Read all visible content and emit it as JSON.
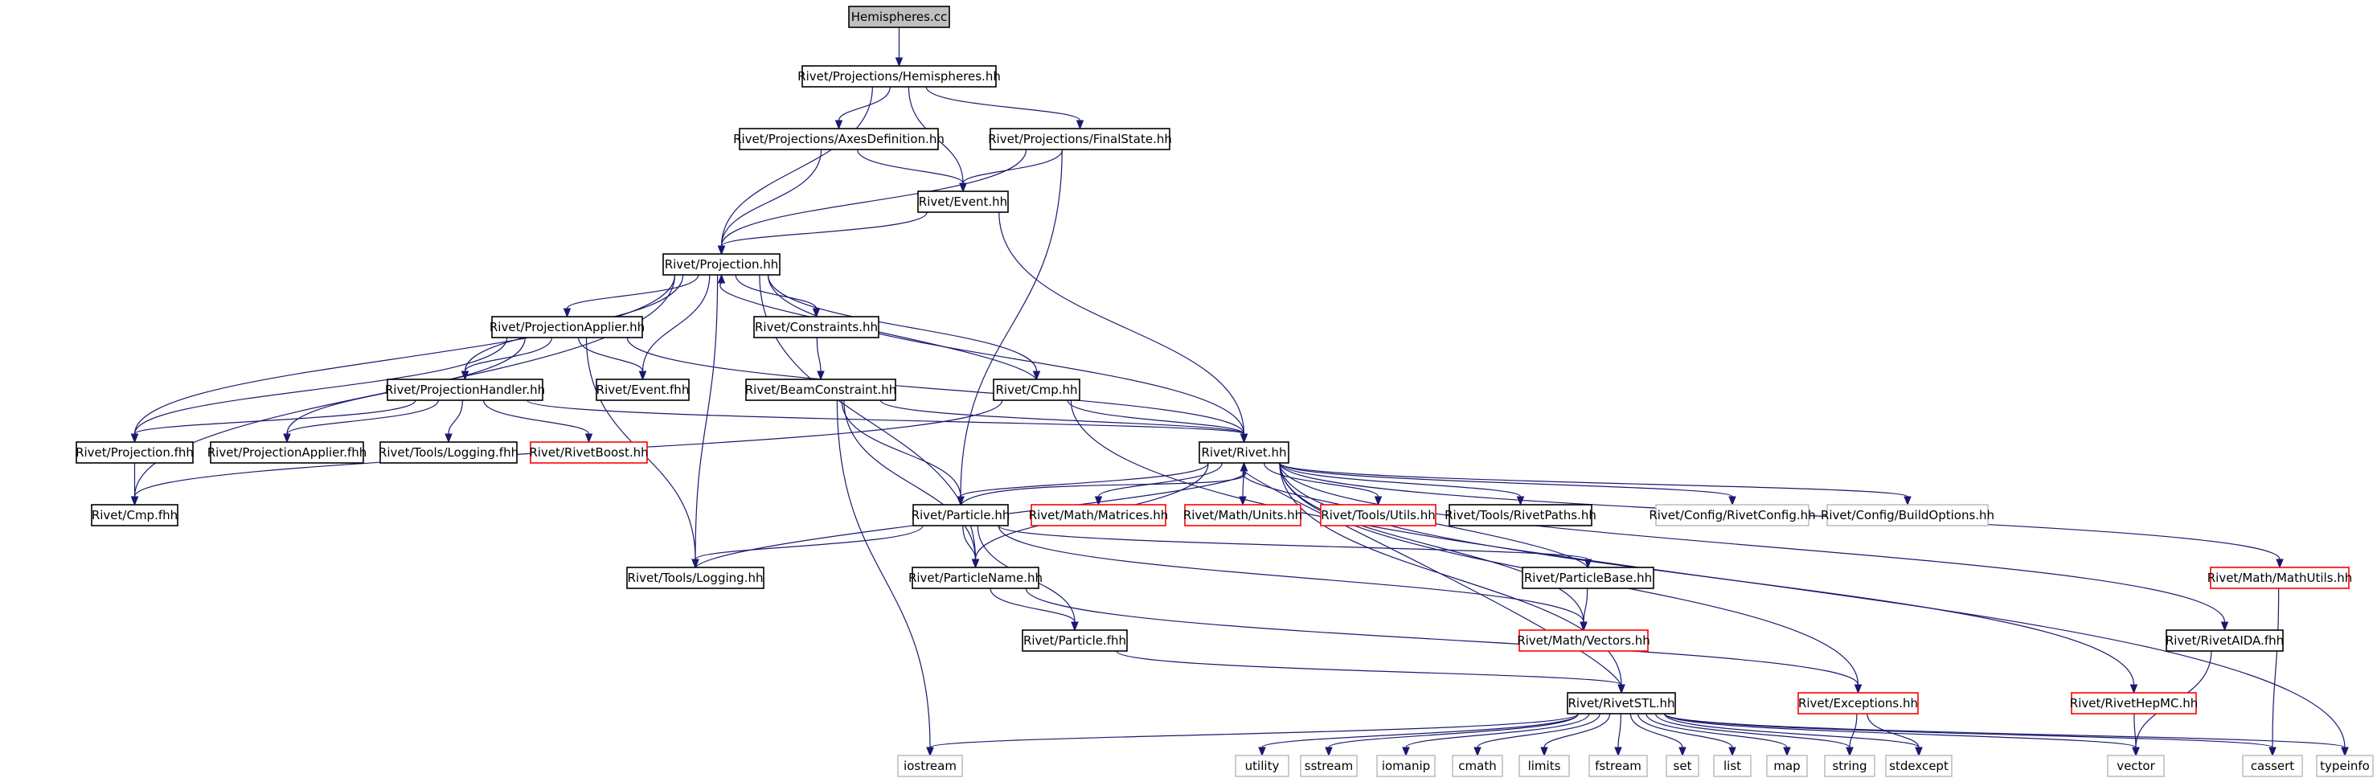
{
  "colors": {
    "edge": "#191970",
    "border_normal": "#000000",
    "border_missing": "#ff0000",
    "border_system": "#bfbfbf",
    "root_fill": "#bfbfbf",
    "node_fill": "#ffffff"
  },
  "nodes": [
    {
      "id": "hemispheres_cc",
      "label": "Hemispheres.cc",
      "kind": "root"
    },
    {
      "id": "proj_hemispheres",
      "label": "Rivet/Projections/Hemispheres.hh",
      "kind": "normal"
    },
    {
      "id": "proj_axesdef",
      "label": "Rivet/Projections/AxesDefinition.hh",
      "kind": "normal"
    },
    {
      "id": "proj_finalstate",
      "label": "Rivet/Projections/FinalState.hh",
      "kind": "normal"
    },
    {
      "id": "event_hh",
      "label": "Rivet/Event.hh",
      "kind": "normal"
    },
    {
      "id": "projection_hh",
      "label": "Rivet/Projection.hh",
      "kind": "normal"
    },
    {
      "id": "projapplier_hh",
      "label": "Rivet/ProjectionApplier.hh",
      "kind": "normal"
    },
    {
      "id": "constraints_hh",
      "label": "Rivet/Constraints.hh",
      "kind": "normal"
    },
    {
      "id": "event_fhh",
      "label": "Rivet/Event.fhh",
      "kind": "normal"
    },
    {
      "id": "projhandler_hh",
      "label": "Rivet/ProjectionHandler.hh",
      "kind": "normal"
    },
    {
      "id": "beamconstraint_hh",
      "label": "Rivet/BeamConstraint.hh",
      "kind": "normal"
    },
    {
      "id": "cmp_hh",
      "label": "Rivet/Cmp.hh",
      "kind": "normal"
    },
    {
      "id": "projection_fhh",
      "label": "Rivet/Projection.fhh",
      "kind": "normal"
    },
    {
      "id": "projapplier_fhh",
      "label": "Rivet/ProjectionApplier.fhh",
      "kind": "normal"
    },
    {
      "id": "logging_fhh",
      "label": "Rivet/Tools/Logging.fhh",
      "kind": "normal"
    },
    {
      "id": "rivetboost_hh",
      "label": "Rivet/RivetBoost.hh",
      "kind": "missing"
    },
    {
      "id": "rivet_hh",
      "label": "Rivet/Rivet.hh",
      "kind": "normal"
    },
    {
      "id": "cmp_fhh",
      "label": "Rivet/Cmp.fhh",
      "kind": "normal"
    },
    {
      "id": "particle_hh",
      "label": "Rivet/Particle.hh",
      "kind": "normal"
    },
    {
      "id": "matrices_hh",
      "label": "Rivet/Math/Matrices.hh",
      "kind": "missing"
    },
    {
      "id": "units_hh",
      "label": "Rivet/Math/Units.hh",
      "kind": "missing"
    },
    {
      "id": "utils_hh",
      "label": "Rivet/Tools/Utils.hh",
      "kind": "missing"
    },
    {
      "id": "rivetpaths_hh",
      "label": "Rivet/Tools/RivetPaths.hh",
      "kind": "normal"
    },
    {
      "id": "rivetconfig_hh",
      "label": "Rivet/Config/RivetConfig.hh",
      "kind": "system"
    },
    {
      "id": "buildoptions_hh",
      "label": "Rivet/Config/BuildOptions.hh",
      "kind": "system"
    },
    {
      "id": "logging_hh",
      "label": "Rivet/Tools/Logging.hh",
      "kind": "normal"
    },
    {
      "id": "particlename_hh",
      "label": "Rivet/ParticleName.hh",
      "kind": "normal"
    },
    {
      "id": "particlebase_hh",
      "label": "Rivet/ParticleBase.hh",
      "kind": "normal"
    },
    {
      "id": "mathutils_hh",
      "label": "Rivet/Math/MathUtils.hh",
      "kind": "missing"
    },
    {
      "id": "particle_fhh",
      "label": "Rivet/Particle.fhh",
      "kind": "normal"
    },
    {
      "id": "vectors_hh",
      "label": "Rivet/Math/Vectors.hh",
      "kind": "missing"
    },
    {
      "id": "rivetaida_fhh",
      "label": "Rivet/RivetAIDA.fhh",
      "kind": "normal"
    },
    {
      "id": "rivetstl_hh",
      "label": "Rivet/RivetSTL.hh",
      "kind": "normal"
    },
    {
      "id": "exceptions_hh",
      "label": "Rivet/Exceptions.hh",
      "kind": "missing"
    },
    {
      "id": "rivethepmc_hh",
      "label": "Rivet/RivetHepMC.hh",
      "kind": "missing"
    },
    {
      "id": "iostream",
      "label": "iostream",
      "kind": "system"
    },
    {
      "id": "utility",
      "label": "utility",
      "kind": "system"
    },
    {
      "id": "sstream",
      "label": "sstream",
      "kind": "system"
    },
    {
      "id": "iomanip",
      "label": "iomanip",
      "kind": "system"
    },
    {
      "id": "cmath",
      "label": "cmath",
      "kind": "system"
    },
    {
      "id": "limits",
      "label": "limits",
      "kind": "system"
    },
    {
      "id": "fstream",
      "label": "fstream",
      "kind": "system"
    },
    {
      "id": "set",
      "label": "set",
      "kind": "system"
    },
    {
      "id": "list",
      "label": "list",
      "kind": "system"
    },
    {
      "id": "map",
      "label": "map",
      "kind": "system"
    },
    {
      "id": "string",
      "label": "string",
      "kind": "system"
    },
    {
      "id": "stdexcept",
      "label": "stdexcept",
      "kind": "system"
    },
    {
      "id": "vector",
      "label": "vector",
      "kind": "system"
    },
    {
      "id": "cassert",
      "label": "cassert",
      "kind": "system"
    },
    {
      "id": "typeinfo",
      "label": "typeinfo",
      "kind": "system"
    }
  ],
  "edges": [
    [
      "hemispheres_cc",
      "proj_hemispheres"
    ],
    [
      "proj_hemispheres",
      "proj_axesdef"
    ],
    [
      "proj_hemispheres",
      "proj_finalstate"
    ],
    [
      "proj_hemispheres",
      "event_hh"
    ],
    [
      "proj_hemispheres",
      "projection_hh"
    ],
    [
      "proj_axesdef",
      "event_hh"
    ],
    [
      "proj_axesdef",
      "projection_hh"
    ],
    [
      "proj_finalstate",
      "event_hh"
    ],
    [
      "proj_finalstate",
      "projection_hh"
    ],
    [
      "proj_finalstate",
      "particle_hh"
    ],
    [
      "event_hh",
      "projection_hh"
    ],
    [
      "event_hh",
      "rivet_hh"
    ],
    [
      "projection_hh",
      "projapplier_hh"
    ],
    [
      "projection_hh",
      "constraints_hh"
    ],
    [
      "projection_hh",
      "event_fhh"
    ],
    [
      "projection_hh",
      "projhandler_hh"
    ],
    [
      "projection_hh",
      "cmp_hh"
    ],
    [
      "projection_hh",
      "projection_fhh"
    ],
    [
      "projection_hh",
      "cmp_fhh"
    ],
    [
      "projection_hh",
      "rivet_hh"
    ],
    [
      "projection_hh",
      "logging_hh"
    ],
    [
      "projection_hh",
      "particlename_hh"
    ],
    [
      "projapplier_hh",
      "projhandler_hh"
    ],
    [
      "projapplier_hh",
      "event_fhh"
    ],
    [
      "projapplier_hh",
      "projection_fhh"
    ],
    [
      "projapplier_hh",
      "projapplier_fhh"
    ],
    [
      "projapplier_hh",
      "rivet_hh"
    ],
    [
      "projapplier_hh",
      "logging_hh"
    ],
    [
      "constraints_hh",
      "beamconstraint_hh"
    ],
    [
      "projhandler_hh",
      "projection_fhh"
    ],
    [
      "projhandler_hh",
      "projapplier_fhh"
    ],
    [
      "projhandler_hh",
      "logging_fhh"
    ],
    [
      "projhandler_hh",
      "rivetboost_hh"
    ],
    [
      "projhandler_hh",
      "rivet_hh"
    ],
    [
      "beamconstraint_hh",
      "rivet_hh"
    ],
    [
      "beamconstraint_hh",
      "particle_hh"
    ],
    [
      "beamconstraint_hh",
      "particlename_hh"
    ],
    [
      "beamconstraint_hh",
      "iostream"
    ],
    [
      "cmp_hh",
      "projection_hh"
    ],
    [
      "cmp_hh",
      "rivet_hh"
    ],
    [
      "cmp_hh",
      "cmp_fhh"
    ],
    [
      "cmp_hh",
      "typeinfo"
    ],
    [
      "projection_fhh",
      "cmp_fhh"
    ],
    [
      "rivet_hh",
      "particle_hh"
    ],
    [
      "rivet_hh",
      "matrices_hh"
    ],
    [
      "rivet_hh",
      "units_hh"
    ],
    [
      "rivet_hh",
      "utils_hh"
    ],
    [
      "rivet_hh",
      "rivetpaths_hh"
    ],
    [
      "rivet_hh",
      "rivetconfig_hh"
    ],
    [
      "rivet_hh",
      "buildoptions_hh"
    ],
    [
      "rivet_hh",
      "particlename_hh"
    ],
    [
      "rivet_hh",
      "vectors_hh"
    ],
    [
      "rivet_hh",
      "rivetstl_hh"
    ],
    [
      "rivet_hh",
      "exceptions_hh"
    ],
    [
      "rivet_hh",
      "rivethepmc_hh"
    ],
    [
      "rivet_hh",
      "rivetaida_fhh"
    ],
    [
      "rivet_hh",
      "mathutils_hh"
    ],
    [
      "particle_hh",
      "rivet_hh"
    ],
    [
      "particle_hh",
      "particlename_hh"
    ],
    [
      "particle_hh",
      "particle_fhh"
    ],
    [
      "particle_hh",
      "particlebase_hh"
    ],
    [
      "particle_hh",
      "vectors_hh"
    ],
    [
      "particle_hh",
      "logging_hh"
    ],
    [
      "logging_hh",
      "rivet_hh"
    ],
    [
      "particlename_hh",
      "particle_fhh"
    ],
    [
      "particlename_hh",
      "exceptions_hh"
    ],
    [
      "particlebase_hh",
      "rivet_hh"
    ],
    [
      "particlebase_hh",
      "vectors_hh"
    ],
    [
      "particle_fhh",
      "rivetstl_hh"
    ],
    [
      "rivetstl_hh",
      "rivet_hh"
    ],
    [
      "rivetstl_hh",
      "iostream"
    ],
    [
      "rivetstl_hh",
      "utility"
    ],
    [
      "rivetstl_hh",
      "sstream"
    ],
    [
      "rivetstl_hh",
      "iomanip"
    ],
    [
      "rivetstl_hh",
      "cmath"
    ],
    [
      "rivetstl_hh",
      "limits"
    ],
    [
      "rivetstl_hh",
      "fstream"
    ],
    [
      "rivetstl_hh",
      "set"
    ],
    [
      "rivetstl_hh",
      "list"
    ],
    [
      "rivetstl_hh",
      "map"
    ],
    [
      "rivetstl_hh",
      "string"
    ],
    [
      "rivetstl_hh",
      "stdexcept"
    ],
    [
      "rivetstl_hh",
      "vector"
    ],
    [
      "rivetstl_hh",
      "cassert"
    ],
    [
      "rivetstl_hh",
      "typeinfo"
    ],
    [
      "exceptions_hh",
      "string"
    ],
    [
      "exceptions_hh",
      "stdexcept"
    ],
    [
      "rivethepmc_hh",
      "vector"
    ],
    [
      "rivetaida_fhh",
      "vector"
    ],
    [
      "mathutils_hh",
      "cassert"
    ]
  ]
}
